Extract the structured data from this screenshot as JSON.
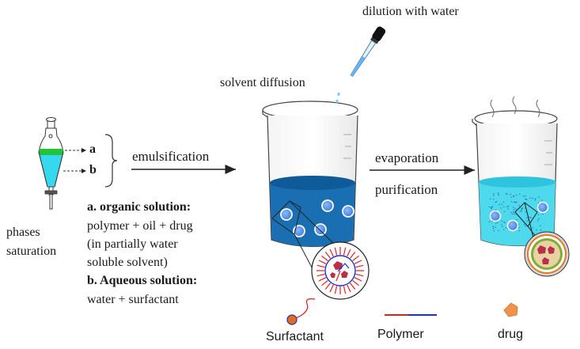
{
  "labels": {
    "dilution": "dilution with water",
    "solvent_diffusion": "solvent diffusion",
    "emulsification": "emulsification",
    "evaporation": "evaporation",
    "purification": "purification",
    "phases_line1": "phases",
    "phases_line2": "saturation",
    "phase_a": "a",
    "phase_b": "b"
  },
  "description": {
    "a_title": "a. organic solution:",
    "a_line1": "polymer + oil + drug",
    "a_line2": "(in partially water",
    "a_line3": "soluble solvent)",
    "b_title": "b. Aqueous solution:",
    "b_line1": "water + surfactant"
  },
  "legend": {
    "surfactant": "Surfactant",
    "polymer": "Polymer",
    "drug": "drug"
  },
  "colors": {
    "organic_phase": "#22c33a",
    "aqueous_phase": "#36d8f0",
    "beaker_liquid_dark": "#1a6fb3",
    "beaker_liquid_light": "#4fd9ec",
    "droplet": "#4f8fe8",
    "surfactant_head": "#e36b1a",
    "polymer_red": "#e0201a",
    "polymer_blue": "#1a2fd0",
    "drug": "#f0924a"
  }
}
